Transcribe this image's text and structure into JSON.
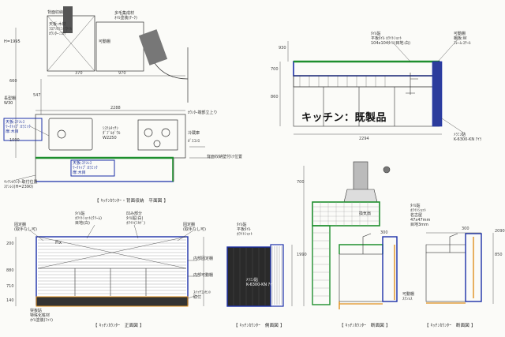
{
  "highlight_colors": {
    "green": "#1e8f2e",
    "blue": "#1b2fa8",
    "orange": "#e0901e",
    "dark": "#333333"
  },
  "plan": {
    "title": "【 ｷｯﾁﾝｶｳﾝﾀｰ・背面収納　平面図 】",
    "labels": {
      "top_box": "背面収納",
      "top_box_note": "天板:木材\nﾌﾛｱ:ｾﾗﾐｯｸﾀｲﾙ\nｶｳﾝﾀｰ:ﾐｶｹﾞ",
      "h_note": "H=1995",
      "side_note": "多毛集成材\nｵｲﾙ塗装(ﾁｰｸ)",
      "open_shelf": "可動棚",
      "kadotana": "長型棚\nW30",
      "counter_note": "天板:ｽﾃﾝﾚｽ\nﾜｰｸﾄｯﾌﾟ:ｾﾗﾐｯｸ\n扉:木目",
      "sink_note": "ｼｽﾃﾑｷｯﾁﾝ\nﾀﾞﾌﾞﾙﾎﾞｳﾙ\nW2250",
      "front_note": "天板:ｽﾃﾝﾚｽ\nﾜｰｸﾄｯﾌﾟ:ｾﾗﾐｯｸ\n扉:木目",
      "bottom_left": "ｷｯﾁﾝｶｳﾝﾀｰ取付位置\nｽﾃﾝﾚｽ(H=2390)",
      "right_note1": "ｶｳﾝﾀｰ端部立上り",
      "right_note2": "冷蔵庫",
      "right_note3": "ｶﾞｽｺﾝﾛ",
      "right_note4": "背面収納壁付け位置"
    },
    "dims": {
      "d1": "370",
      "d2": "970",
      "d3": "2288",
      "d4": "547",
      "d5": "660",
      "d6": "1000"
    }
  },
  "elev_right": {
    "labels": {
      "top_left": "ﾀｲﾙ貼\n平板ﾀｲﾙ ﾎﾜｲﾄｼｮｯﾄ\n104x104ﾀｲﾙ(目地:白)",
      "top_right": "可動棚\n棚板:W\nﾌﾚｰﾑ:ｽﾁｰﾙ",
      "big": "キッチン：既製品",
      "bottom_note": "ﾒﾗﾐﾝ貼\nK-6300-KN ｱｲﾗ"
    },
    "dims": {
      "w": "2294",
      "h1": "700",
      "h2": "860",
      "h3": "930"
    }
  },
  "front_elev": {
    "title": "【 ｷｯﾁﾝｶｳﾝﾀｰ　正面図 】",
    "labels": {
      "fix": "Fix",
      "l1": "固定棚\n(取手なし可)",
      "l2": "ﾀｲﾙ貼\nﾎﾜｲﾄｼｮｯﾄ(ｸﾘｰﾑ)\n目地(白)",
      "l3": "凹み部分\nﾀｲﾙ貼(白)\nﾎﾜｲﾄ(ﾐｶｹﾞ)",
      "l4": "固定棚\n(取手なし可)",
      "l5": "内部固定棚",
      "l6": "内部可動棚",
      "l7": "ｽｲｯﾁｺﾝｾﾝﾄ\n取付",
      "l8": "突板貼\n特殊化粧材\nｵｲﾙ塗装(ﾏｯﾄ)"
    },
    "dims": {
      "d1": "200",
      "d2": "880",
      "d3": "710",
      "d4": "140"
    }
  },
  "side_elev": {
    "title": "【 ｷｯﾁﾝｶｳﾝﾀｰ　側面図 】",
    "labels": {
      "top": "ﾀｲﾙ貼\n平板ﾀｲﾙ\nﾎﾜｲﾄｼｮｯﾄ",
      "note": "ﾒﾗﾐﾝ貼\nK-6300-KN ｱｲﾗ"
    }
  },
  "section_a": {
    "title": "【 ｷｯﾁﾝｶｳﾝﾀｰ　断面図 】",
    "labels": {
      "hood": "換気扇",
      "note": "ﾀｲﾙ貼\nﾎﾜｲﾄｼｮｯﾄ\n名古屋\n47x47mm\n目地3mm",
      "shelf": "可動棚\nｽﾃﾝﾚｽ"
    },
    "dims": {
      "d1": "700",
      "d2": "1990",
      "d3": "300"
    }
  },
  "section_b": {
    "title": "【 ｷｯﾁﾝｶｳﾝﾀｰ　断面図 】",
    "dims": {
      "d1": "300",
      "d2": "850",
      "d3": "2090"
    }
  }
}
